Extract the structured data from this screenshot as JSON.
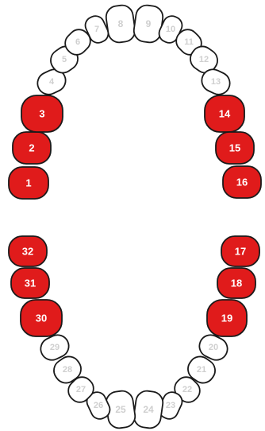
{
  "colors": {
    "highlight_fill": "#e01b1b",
    "normal_fill": "#ffffff",
    "outline": "#1a1a1a",
    "highlight_text": "#ffffff",
    "normal_text": "#cfcfcf"
  },
  "teeth": [
    {
      "number": "1",
      "highlighted": true
    },
    {
      "number": "2",
      "highlighted": true
    },
    {
      "number": "3",
      "highlighted": true
    },
    {
      "number": "4",
      "highlighted": false
    },
    {
      "number": "5",
      "highlighted": false
    },
    {
      "number": "6",
      "highlighted": false
    },
    {
      "number": "7",
      "highlighted": false
    },
    {
      "number": "8",
      "highlighted": false
    },
    {
      "number": "9",
      "highlighted": false
    },
    {
      "number": "10",
      "highlighted": false
    },
    {
      "number": "11",
      "highlighted": false
    },
    {
      "number": "12",
      "highlighted": false
    },
    {
      "number": "13",
      "highlighted": false
    },
    {
      "number": "14",
      "highlighted": true
    },
    {
      "number": "15",
      "highlighted": true
    },
    {
      "number": "16",
      "highlighted": true
    },
    {
      "number": "17",
      "highlighted": true
    },
    {
      "number": "18",
      "highlighted": true
    },
    {
      "number": "19",
      "highlighted": true
    },
    {
      "number": "20",
      "highlighted": false
    },
    {
      "number": "21",
      "highlighted": false
    },
    {
      "number": "22",
      "highlighted": false
    },
    {
      "number": "23",
      "highlighted": false
    },
    {
      "number": "24",
      "highlighted": false
    },
    {
      "number": "25",
      "highlighted": false
    },
    {
      "number": "26",
      "highlighted": false
    },
    {
      "number": "27",
      "highlighted": false
    },
    {
      "number": "28",
      "highlighted": false
    },
    {
      "number": "29",
      "highlighted": false
    },
    {
      "number": "30",
      "highlighted": true
    },
    {
      "number": "31",
      "highlighted": true
    },
    {
      "number": "32",
      "highlighted": true
    }
  ]
}
